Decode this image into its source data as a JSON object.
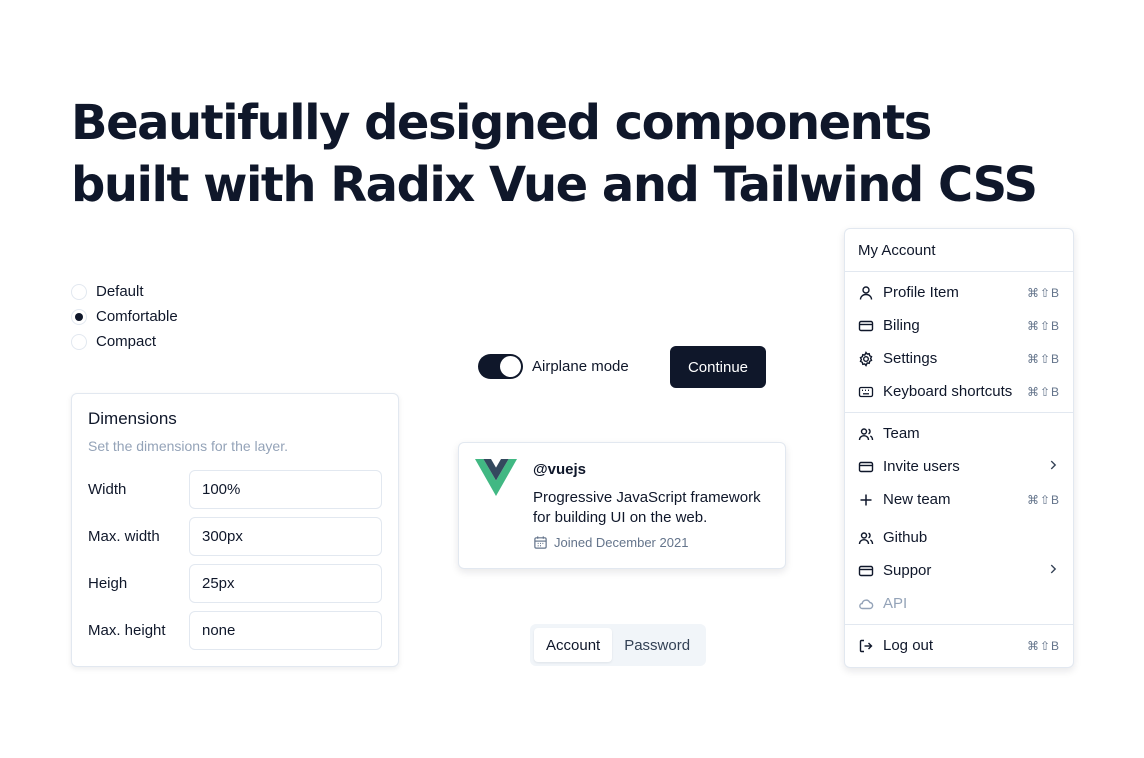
{
  "headline": {
    "line1": "Beautifully designed components",
    "line2": "built with Radix Vue and Tailwind CSS"
  },
  "radio_group": {
    "options": [
      {
        "label": "Default",
        "checked": false
      },
      {
        "label": "Comfortable",
        "checked": true
      },
      {
        "label": "Compact",
        "checked": false
      }
    ]
  },
  "dimensions": {
    "title": "Dimensions",
    "description": "Set the dimensions for the layer.",
    "fields": [
      {
        "label": "Width",
        "value": "100%"
      },
      {
        "label": "Max. width",
        "value": "300px"
      },
      {
        "label": "Heigh",
        "value": "25px"
      },
      {
        "label": "Max. height",
        "value": "none"
      }
    ]
  },
  "switch": {
    "label": "Airplane mode",
    "on": true
  },
  "continue_button": {
    "label": "Continue"
  },
  "hover_card": {
    "handle": "@vuejs",
    "text": "Progressive JavaScript framework for building UI on the web.",
    "joined": "Joined December 2021"
  },
  "tabs": {
    "items": [
      "Account",
      "Password"
    ],
    "active": "Account"
  },
  "menu": {
    "label": "My Account",
    "items": {
      "profile": {
        "label": "Profile Item",
        "shortcut": "⌘⇧B",
        "icon": "user-icon"
      },
      "billing": {
        "label": "Biling",
        "shortcut": "⌘⇧B",
        "icon": "credit-card-icon"
      },
      "settings": {
        "label": "Settings",
        "shortcut": "⌘⇧B",
        "icon": "gear-icon"
      },
      "keyboard": {
        "label": "Keyboard shortcuts",
        "shortcut": "⌘⇧B",
        "icon": "keyboard-icon"
      },
      "team": {
        "label": "Team",
        "icon": "users-icon"
      },
      "invite": {
        "label": "Invite users",
        "icon": "credit-card-icon"
      },
      "new_team": {
        "label": "New team",
        "shortcut": "⌘⇧B",
        "icon": "plus-icon"
      },
      "github": {
        "label": "Github",
        "icon": "users-icon"
      },
      "support": {
        "label": "Suppor",
        "icon": "credit-card-icon"
      },
      "api": {
        "label": "API",
        "icon": "cloud-icon"
      },
      "logout": {
        "label": "Log out",
        "shortcut": "⌘⇧B",
        "icon": "log-out-icon"
      }
    }
  }
}
